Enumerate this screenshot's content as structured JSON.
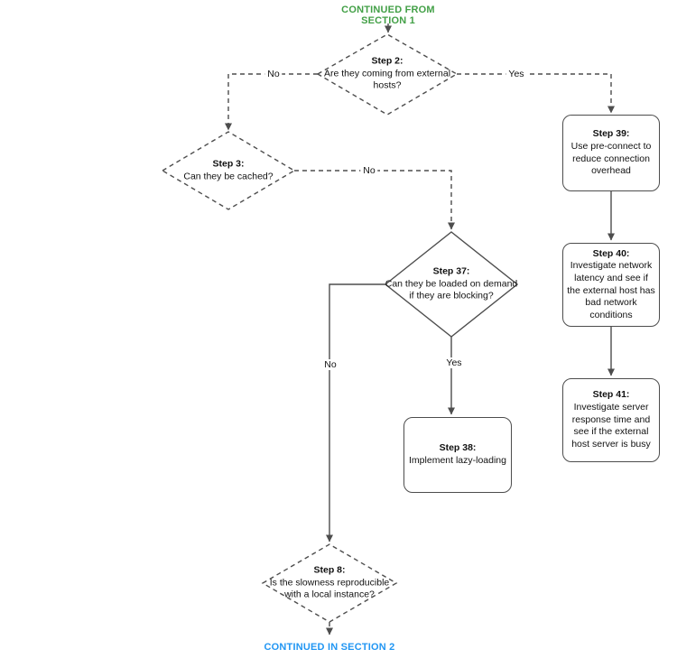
{
  "header": {
    "continued_from": "CONTINUED FROM SECTION 1"
  },
  "footer": {
    "continued_in": "CONTINUED IN SECTION 2"
  },
  "colors": {
    "continued_from_text": "#43a047",
    "continued_in_text": "#2196f3",
    "line_stroke": "#4d4d4d",
    "node_border": "#4d4d4d",
    "background": "#ffffff",
    "text": "#111111"
  },
  "nodes": {
    "step2": {
      "title": "Step 2:",
      "text": "Are they coming from external hosts?"
    },
    "step3": {
      "title": "Step 3:",
      "text": "Can they be cached?"
    },
    "step37": {
      "title": "Step 37:",
      "text": "Can they be loaded on demand if they are blocking?"
    },
    "step38": {
      "title": "Step 38:",
      "text": "Implement lazy-loading"
    },
    "step39": {
      "title": "Step 39:",
      "text": "Use pre-connect to reduce connection overhead"
    },
    "step40": {
      "title": "Step 40:",
      "text": "Investigate network latency and see if the external host has bad network conditions"
    },
    "step41": {
      "title": "Step 41:",
      "text": "Investigate server response time and see if the external host server is busy"
    },
    "step8": {
      "title": "Step 8:",
      "text": "Is the slowness reproducible with a local instance?"
    }
  },
  "edges": {
    "step2_no": "No",
    "step2_yes": "Yes",
    "step3_no": "No",
    "step37_no": "No",
    "step37_yes": "Yes"
  }
}
